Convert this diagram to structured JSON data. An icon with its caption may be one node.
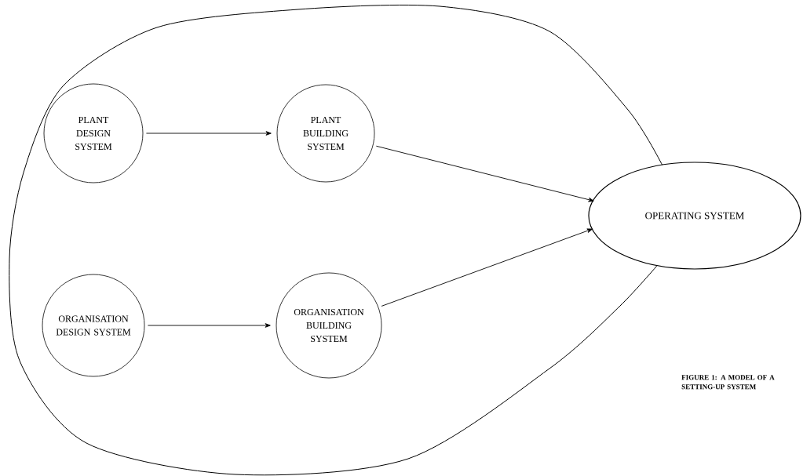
{
  "diagram": {
    "caption": "FIGURE 1: A MODEL OF A SETTING-UP SYSTEM",
    "nodes": [
      {
        "text": [],
        "shape": "cloud"
      },
      {
        "text": [
          "PLANT DESIGN SYSTEM"
        ],
        "in": 0
      },
      {
        "text": [
          "PLANT BUILDING SYSTEM"
        ],
        "in": 0
      },
      {
        "text": [
          "ORGANISATION DESIGN SYSTEM"
        ],
        "in": 0
      },
      {
        "text": [
          "ORGANISATION BUILDING SYSTEM"
        ],
        "in": 0
      },
      {
        "text": [
          "OPERATING SYSTEM"
        ]
      }
    ],
    "edges": [
      {
        "from": 1,
        "to": 2,
        "arrow": "to"
      },
      {
        "from": 2,
        "to": 5,
        "arrow": "to"
      },
      {
        "from": 3,
        "to": 4,
        "arrow": "to"
      },
      {
        "from": 4,
        "to": 5,
        "arrow": "to"
      }
    ]
  }
}
